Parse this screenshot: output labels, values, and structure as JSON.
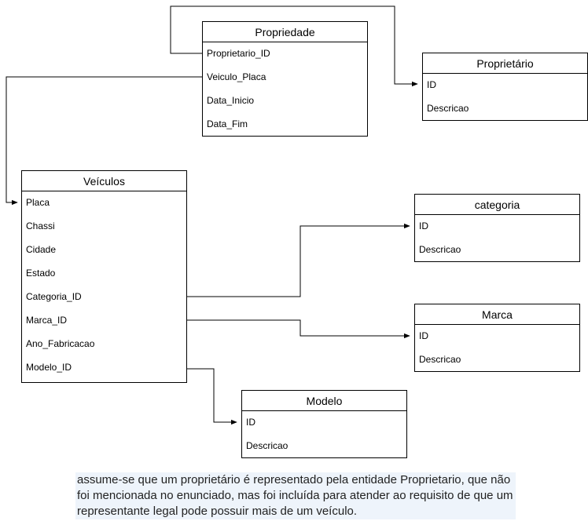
{
  "colors": {
    "line": "#000000",
    "note_highlight": "#eef4fb"
  },
  "entities": {
    "propriedade": {
      "title": "Propriedade",
      "fields": [
        "Proprietario_ID",
        "Veiculo_Placa",
        "Data_Inicio",
        "Data_Fim"
      ]
    },
    "proprietario": {
      "title": "Proprietário",
      "fields": [
        "ID",
        "Descricao"
      ]
    },
    "veiculos": {
      "title": "Veículos",
      "fields": [
        "Placa",
        "Chassi",
        "Cidade",
        "Estado",
        "Categoria_ID",
        "Marca_ID",
        "Ano_Fabricacao",
        "Modelo_ID"
      ]
    },
    "categoria": {
      "title": "categoria",
      "fields": [
        "ID",
        "Descricao"
      ]
    },
    "marca": {
      "title": "Marca",
      "fields": [
        "ID",
        "Descricao"
      ]
    },
    "modelo": {
      "title": "Modelo",
      "fields": [
        "ID",
        "Descricao"
      ]
    }
  },
  "note": {
    "text": "assume-se que um proprietário é representado pela entidade Proprietario, que não foi mencionada no enunciado, mas foi incluída para atender ao requisito de que um representante legal pode possuir mais de um veículo."
  }
}
